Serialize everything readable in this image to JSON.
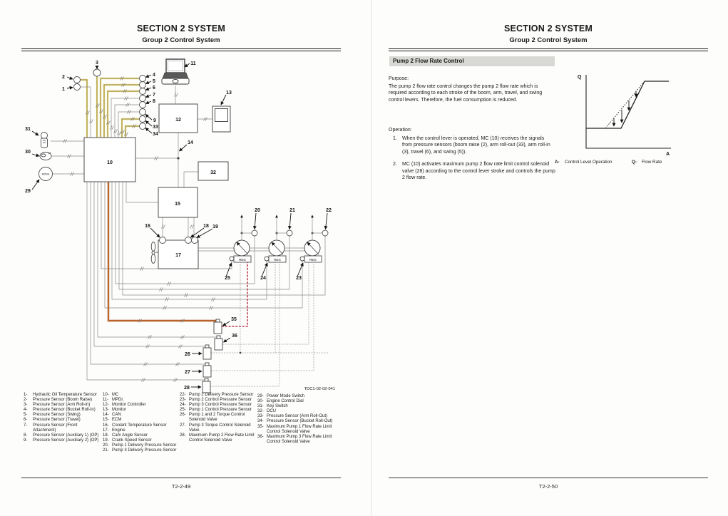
{
  "pages": {
    "left": {
      "header_title": "SECTION 2 SYSTEM",
      "header_subtitle": "Group 2 Control System",
      "page_number": "T2-2-49",
      "figure_code": "TDC1-02-02-041",
      "diagram": {
        "reg": "REG",
        "mode": "MODE",
        "callouts": {
          "c1": "1",
          "c2": "2",
          "c3": "3",
          "c4": "4",
          "c5": "5",
          "c6": "6",
          "c7": "7",
          "c8": "8",
          "c9": "9",
          "c10": "10",
          "c11": "11",
          "c12": "12",
          "c13": "13",
          "c14": "14",
          "c15": "15",
          "c16": "16",
          "c17": "17",
          "c18": "18",
          "c19": "19",
          "c20": "20",
          "c21": "21",
          "c22": "22",
          "c23": "23",
          "c24": "24",
          "c25": "25",
          "c26": "26",
          "c27": "27",
          "c28": "28",
          "c29": "29",
          "c30": "30",
          "c31": "31",
          "c32": "32",
          "c33": "33",
          "c34": "34",
          "c35": "35",
          "c36": "36"
        }
      },
      "legend_columns": [
        [
          {
            "num": "1-",
            "text": "Hydraulic Oil Temperature Sensor"
          },
          {
            "num": "2-",
            "text": "Pressure Sensor (Boom Raise)"
          },
          {
            "num": "3-",
            "text": "Pressure Sensor (Arm Roll-In)"
          },
          {
            "num": "4-",
            "text": "Pressure Sensor (Bucket Roll-In)"
          },
          {
            "num": "5-",
            "text": "Pressure Sensor (Swing)"
          },
          {
            "num": "6-",
            "text": "Pressure Sensor (Travel)"
          },
          {
            "num": "7-",
            "text": "Pressure Sensor (Front Attachment)"
          },
          {
            "num": "8-",
            "text": "Pressure Sensor (Auxiliary 1) (OP)"
          },
          {
            "num": "9-",
            "text": "Pressure Sensor (Auxiliary 2) (OP)"
          }
        ],
        [
          {
            "num": "10-",
            "text": "MC"
          },
          {
            "num": "11-",
            "text": "MPDr."
          },
          {
            "num": "12-",
            "text": "Monitor Controller"
          },
          {
            "num": "13-",
            "text": "Monitor"
          },
          {
            "num": "14-",
            "text": "CAN"
          },
          {
            "num": "15-",
            "text": "ECM"
          },
          {
            "num": "16-",
            "text": "Coolant Temperature Sensor"
          },
          {
            "num": "17-",
            "text": "Engine"
          },
          {
            "num": "18-",
            "text": "Cam Angle Sensor"
          },
          {
            "num": "19-",
            "text": "Crank Speed Sensor"
          },
          {
            "num": "20-",
            "text": "Pump 1 Delivery Pressure Sensor"
          },
          {
            "num": "21-",
            "text": "Pump 3 Delivery Pressure Sensor"
          }
        ],
        [
          {
            "num": "22-",
            "text": "Pump 2 Delivery Pressure Sensor"
          },
          {
            "num": "23-",
            "text": "Pump 2 Control Pressure Sensor"
          },
          {
            "num": "24-",
            "text": "Pump 3 Control Pressure Sensor"
          },
          {
            "num": "25-",
            "text": "Pump 1 Control Pressure Sensor"
          },
          {
            "num": "26-",
            "text": "Pump 1 and 2 Torque Control Solenoid Valve"
          },
          {
            "num": "27-",
            "text": "Pump 3 Torque Control Solenoid Valve"
          },
          {
            "num": "28-",
            "text": "Maximum Pump 2 Flow Rate Limit Control Solenoid Valve"
          }
        ],
        [
          {
            "num": "29-",
            "text": "Power Mode Switch"
          },
          {
            "num": "30-",
            "text": "Engine Control Dial"
          },
          {
            "num": "31-",
            "text": "Key Switch"
          },
          {
            "num": "32-",
            "text": "DCU"
          },
          {
            "num": "33-",
            "text": "Pressure Sensor (Arm Roll-Out)"
          },
          {
            "num": "34-",
            "text": "Pressure Sensor (Bucket Roll-Out)"
          },
          {
            "num": "35-",
            "text": "Maximum Pump 1 Flow Rate Limit Control Solenoid Valve"
          },
          {
            "num": "36-",
            "text": "Maximum Pump 3 Flow Rate Limit Control Solenoid Valve"
          }
        ]
      ]
    },
    "right": {
      "header_title": "SECTION 2 SYSTEM",
      "header_subtitle": "Group 2 Control System",
      "page_number": "T2-2-50",
      "section_heading": "Pump 2 Flow Rate Control",
      "purpose_label": "Purpose:",
      "purpose_text": "The pump 2 flow rate control changes the pump 2 flow rate which is required according to each stroke of the boom, arm, travel, and swing control levers. Therefore, the fuel consumption is reduced.",
      "operation_label": "Operation:",
      "operation_items": [
        {
          "num": "1.",
          "text": "When the control lever is operated, MC (10) receives the signals from pressure sensors (boom raise (2), arm roll-out (33), arm roll-in (3), travel (6), and swing (5))."
        },
        {
          "num": "2.",
          "text": "MC (10) activates maximum pump 2 flow rate limit control solenoid valve (28) according to the control lever stroke and controls the pump 2 flow rate."
        }
      ],
      "graph": {
        "y_axis_label": "Q",
        "x_axis_label": "A",
        "legend": [
          {
            "key": "A-",
            "text": "Control Level Operation"
          },
          {
            "key": "Q-",
            "text": "Flow Rate"
          }
        ]
      }
    }
  },
  "colors": {
    "highlight_yellow": "#e0cb4a",
    "highlight_orange": "#a6491f",
    "highlight_pink": "#c2556b"
  }
}
